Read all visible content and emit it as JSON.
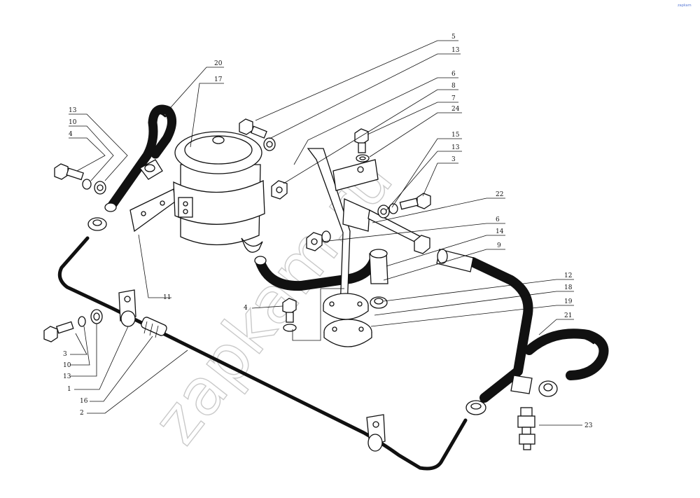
{
  "watermark": "zapkam.ru",
  "corner_mark": "zapkam",
  "callouts": [
    {
      "id": "c5",
      "label": "5"
    },
    {
      "id": "c13a",
      "label": "13"
    },
    {
      "id": "c6a",
      "label": "6"
    },
    {
      "id": "c8",
      "label": "8"
    },
    {
      "id": "c7",
      "label": "7"
    },
    {
      "id": "c24",
      "label": "24"
    },
    {
      "id": "c15",
      "label": "15"
    },
    {
      "id": "c13b",
      "label": "13"
    },
    {
      "id": "c3a",
      "label": "3"
    },
    {
      "id": "c22",
      "label": "22"
    },
    {
      "id": "c6b",
      "label": "6"
    },
    {
      "id": "c14",
      "label": "14"
    },
    {
      "id": "c9",
      "label": "9"
    },
    {
      "id": "c12",
      "label": "12"
    },
    {
      "id": "c18",
      "label": "18"
    },
    {
      "id": "c19",
      "label": "19"
    },
    {
      "id": "c21",
      "label": "21"
    },
    {
      "id": "c23",
      "label": "23"
    },
    {
      "id": "c20",
      "label": "20"
    },
    {
      "id": "c17",
      "label": "17"
    },
    {
      "id": "c13c",
      "label": "13"
    },
    {
      "id": "c10a",
      "label": "10"
    },
    {
      "id": "c4a",
      "label": "4"
    },
    {
      "id": "c11",
      "label": "11"
    },
    {
      "id": "c4b",
      "label": "4"
    },
    {
      "id": "c3b",
      "label": "3"
    },
    {
      "id": "c10b",
      "label": "10"
    },
    {
      "id": "c13d",
      "label": "13"
    },
    {
      "id": "c1",
      "label": "1"
    },
    {
      "id": "c16",
      "label": "16"
    },
    {
      "id": "c2",
      "label": "2"
    }
  ]
}
